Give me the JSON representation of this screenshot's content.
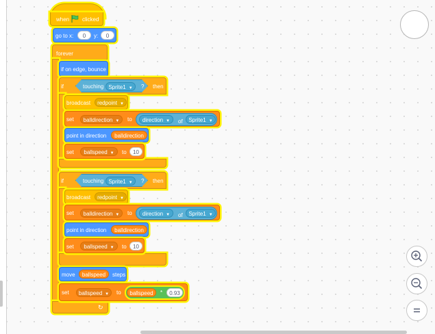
{
  "script": {
    "hat": {
      "when": "when",
      "clicked": "clicked",
      "flag_color": "#4cbf56"
    },
    "goto": {
      "label": "go to x:",
      "x": "0",
      "y_label": "y:",
      "y": "0"
    },
    "forever": {
      "label": "forever"
    },
    "bounce": {
      "label": "if on edge, bounce"
    },
    "if1": {
      "if": "if",
      "touching": "touching",
      "target": "Sprite1",
      "q": "?",
      "then": "then",
      "broadcast": "broadcast",
      "message": "redpoint",
      "set": "set",
      "var": "balldirection",
      "to": "to",
      "direction": "direction",
      "of": "of",
      "of_target": "Sprite1",
      "point": "point in direction",
      "point_value": "balldirection",
      "set2": "set",
      "var2": "ballspeed",
      "to2": "to",
      "value2": "10"
    },
    "if2": {
      "if": "if",
      "touching": "touching",
      "target": "Sprite1",
      "q": "?",
      "then": "then",
      "broadcast": "broadcast",
      "message": "redpoint",
      "set": "set",
      "var": "balldirection",
      "to": "to",
      "direction": "direction",
      "of": "of",
      "of_target": "Sprite1",
      "point": "point in direction",
      "point_value": "balldirection",
      "set2": "set",
      "var2": "ballspeed",
      "to2": "to",
      "value2": "10"
    },
    "move": {
      "label": "move",
      "value": "ballspeed",
      "steps": "steps"
    },
    "set_last": {
      "set": "set",
      "var": "ballspeed",
      "to": "to",
      "value": "ballspeed",
      "op": "*",
      "factor": "0.93"
    },
    "loop_arrow": "↻"
  },
  "colors": {
    "events": "#ffbf00",
    "motion": "#4c97ff",
    "control": "#ffab19",
    "looks": "#9966ff",
    "sensing": "#5cb1d6",
    "variables": "#ff8c1a",
    "operators": "#59c059",
    "glow": "#fff200"
  },
  "zoom": {
    "in_icon": "zoom-in-icon",
    "out_icon": "zoom-out-icon",
    "reset_icon": "zoom-reset-icon"
  }
}
